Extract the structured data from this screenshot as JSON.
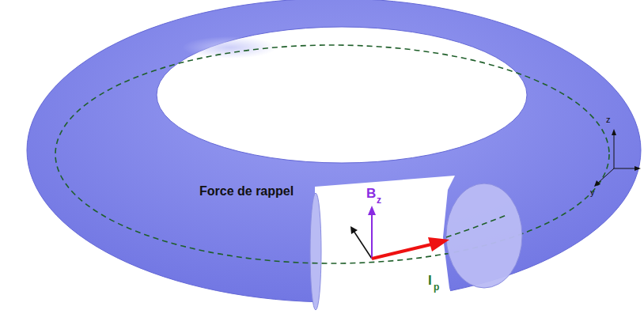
{
  "diagram": {
    "labels": [
      "Force de rappel",
      "B",
      "z",
      "I",
      "p",
      "z",
      "y"
    ]
  }
}
